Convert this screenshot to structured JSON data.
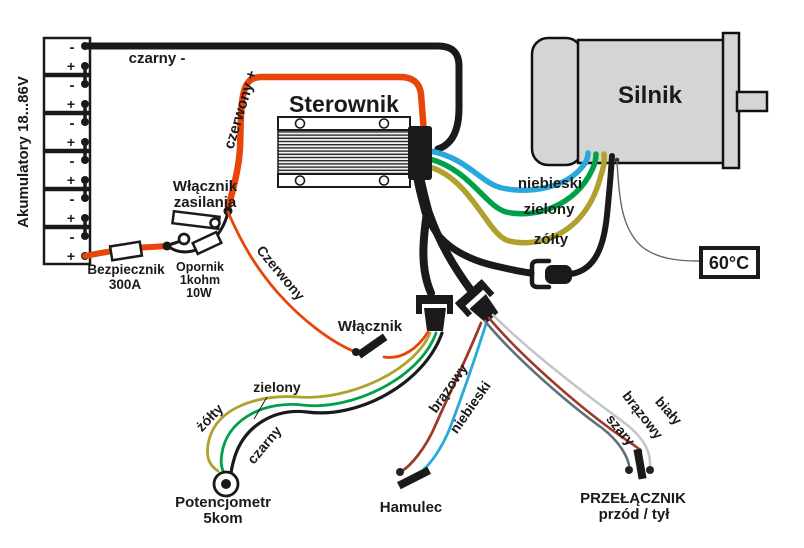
{
  "colors": {
    "red": "#e8450a",
    "black": "#1a1a1a",
    "blue": "#29a8dc",
    "green": "#00a04a",
    "yellow": "#b0a02c",
    "brown": "#9e3a28",
    "gray": "#5f707c",
    "white_wire": "#c6c6c6",
    "sensor": "#666666",
    "motor_fill": "#d5d5d5"
  },
  "battery": {
    "label": "Akumulatory 18...86V",
    "cells": [
      {
        "minus": "-",
        "plus": "+"
      },
      {
        "minus": "-",
        "plus": "+"
      },
      {
        "minus": "-",
        "plus": "+"
      },
      {
        "minus": "-",
        "plus": "+"
      },
      {
        "minus": "-",
        "plus": "+"
      },
      {
        "minus": "-",
        "plus": "+"
      }
    ]
  },
  "wires": {
    "black_main": "czarny -",
    "red_main": "czerwony +",
    "red_thin": "Czerwony",
    "phase_blue": "niebieski",
    "phase_green": "zielony",
    "phase_yellow": "zółty",
    "pot_yellow": "żółty",
    "pot_green": "zielony",
    "pot_black": "czarny",
    "brake_brown": "brązowy",
    "brake_blue": "niebieski",
    "sel_gray": "szary",
    "sel_brown": "brązowy",
    "sel_white": "biały"
  },
  "components": {
    "power_switch_line1": "Włącznik",
    "power_switch_line2": "zasilania",
    "fuse_line1": "Bezpiecznik",
    "fuse_line2": "300A",
    "resistor_line1": "Opornik",
    "resistor_line2": "1kohm",
    "resistor_line3": "10W",
    "controller": "Sterownik",
    "motor": "Silnik",
    "temp_sensor": "60°C",
    "throttle_switch": "Włącznik",
    "pot_line1": "Potencjometr",
    "pot_line2": "5kom",
    "brake": "Hamulec",
    "selector_line1": "PRZEŁĄCZNIK",
    "selector_line2": "przód / tył"
  }
}
